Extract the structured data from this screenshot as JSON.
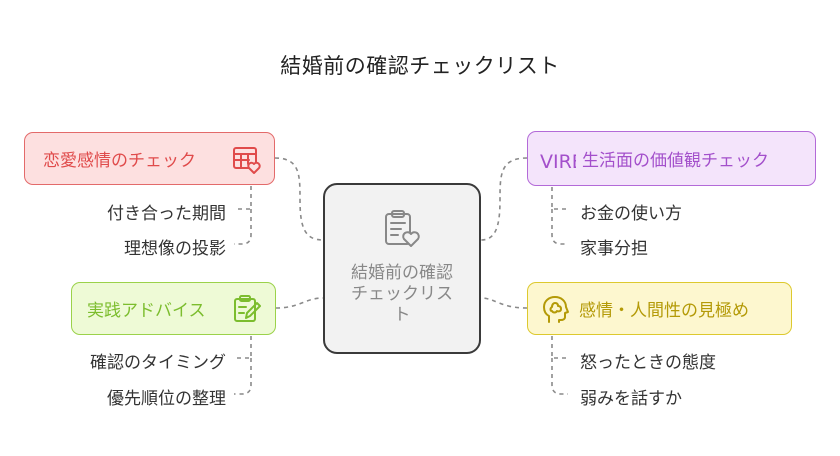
{
  "title": "結婚前の確認チェックリスト",
  "center": {
    "label": "結婚前の確認チェックリスト",
    "icon": "clipboard-heart-icon"
  },
  "topics": [
    {
      "label": "恋愛感情のチェック",
      "icon": "calendar-heart-icon",
      "color": "#e04b4b",
      "items": [
        "付き合った期間",
        "理想像の投影"
      ]
    },
    {
      "label": "実践アドバイス",
      "icon": "clipboard-pen-icon",
      "color": "#7cbd2e",
      "items": [
        "確認のタイミング",
        "優先順位の整理"
      ]
    },
    {
      "label": "生活面の価値観チェック",
      "icon": "virb-icon",
      "icon_text": "VIRB",
      "color": "#a34fcb",
      "items": [
        "お金の使い方",
        "家事分担"
      ]
    },
    {
      "label": "感情・人間性の見極め",
      "icon": "brain-head-icon",
      "color": "#b49a07",
      "items": [
        "怒ったときの態度",
        "弱みを話すか"
      ]
    }
  ]
}
